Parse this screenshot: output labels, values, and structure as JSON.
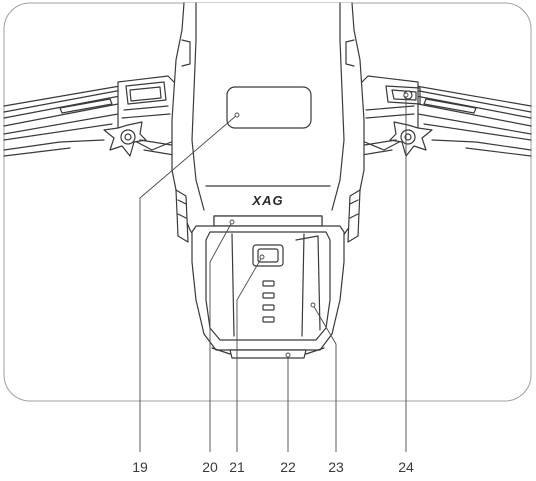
{
  "brand": "XAG",
  "callouts": [
    {
      "id": "19",
      "label": "19"
    },
    {
      "id": "20",
      "label": "20"
    },
    {
      "id": "21",
      "label": "21"
    },
    {
      "id": "22",
      "label": "22"
    },
    {
      "id": "23",
      "label": "23"
    },
    {
      "id": "24",
      "label": "24"
    }
  ],
  "colors": {
    "frame": "#9a9a9a",
    "line": "#3a3a3a",
    "fill": "#ffffff",
    "shade": "#e8e8e8"
  }
}
